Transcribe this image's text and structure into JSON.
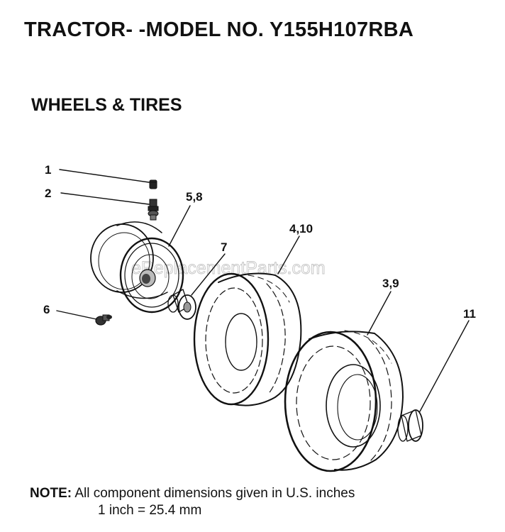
{
  "header": {
    "title": "TRACTOR- -MODEL NO. Y155H107RBA",
    "section": "WHEELS & TIRES"
  },
  "watermark": "eReplacementParts.com",
  "callouts": {
    "c1": "1",
    "c2": "2",
    "c58": "5,8",
    "c7": "7",
    "c410": "4,10",
    "c39": "3,9",
    "c6": "6",
    "c11": "11"
  },
  "note": {
    "label": "NOTE:",
    "line1": "All component dimensions given in U.S. inches",
    "line2": "1 inch = 25.4 mm"
  }
}
